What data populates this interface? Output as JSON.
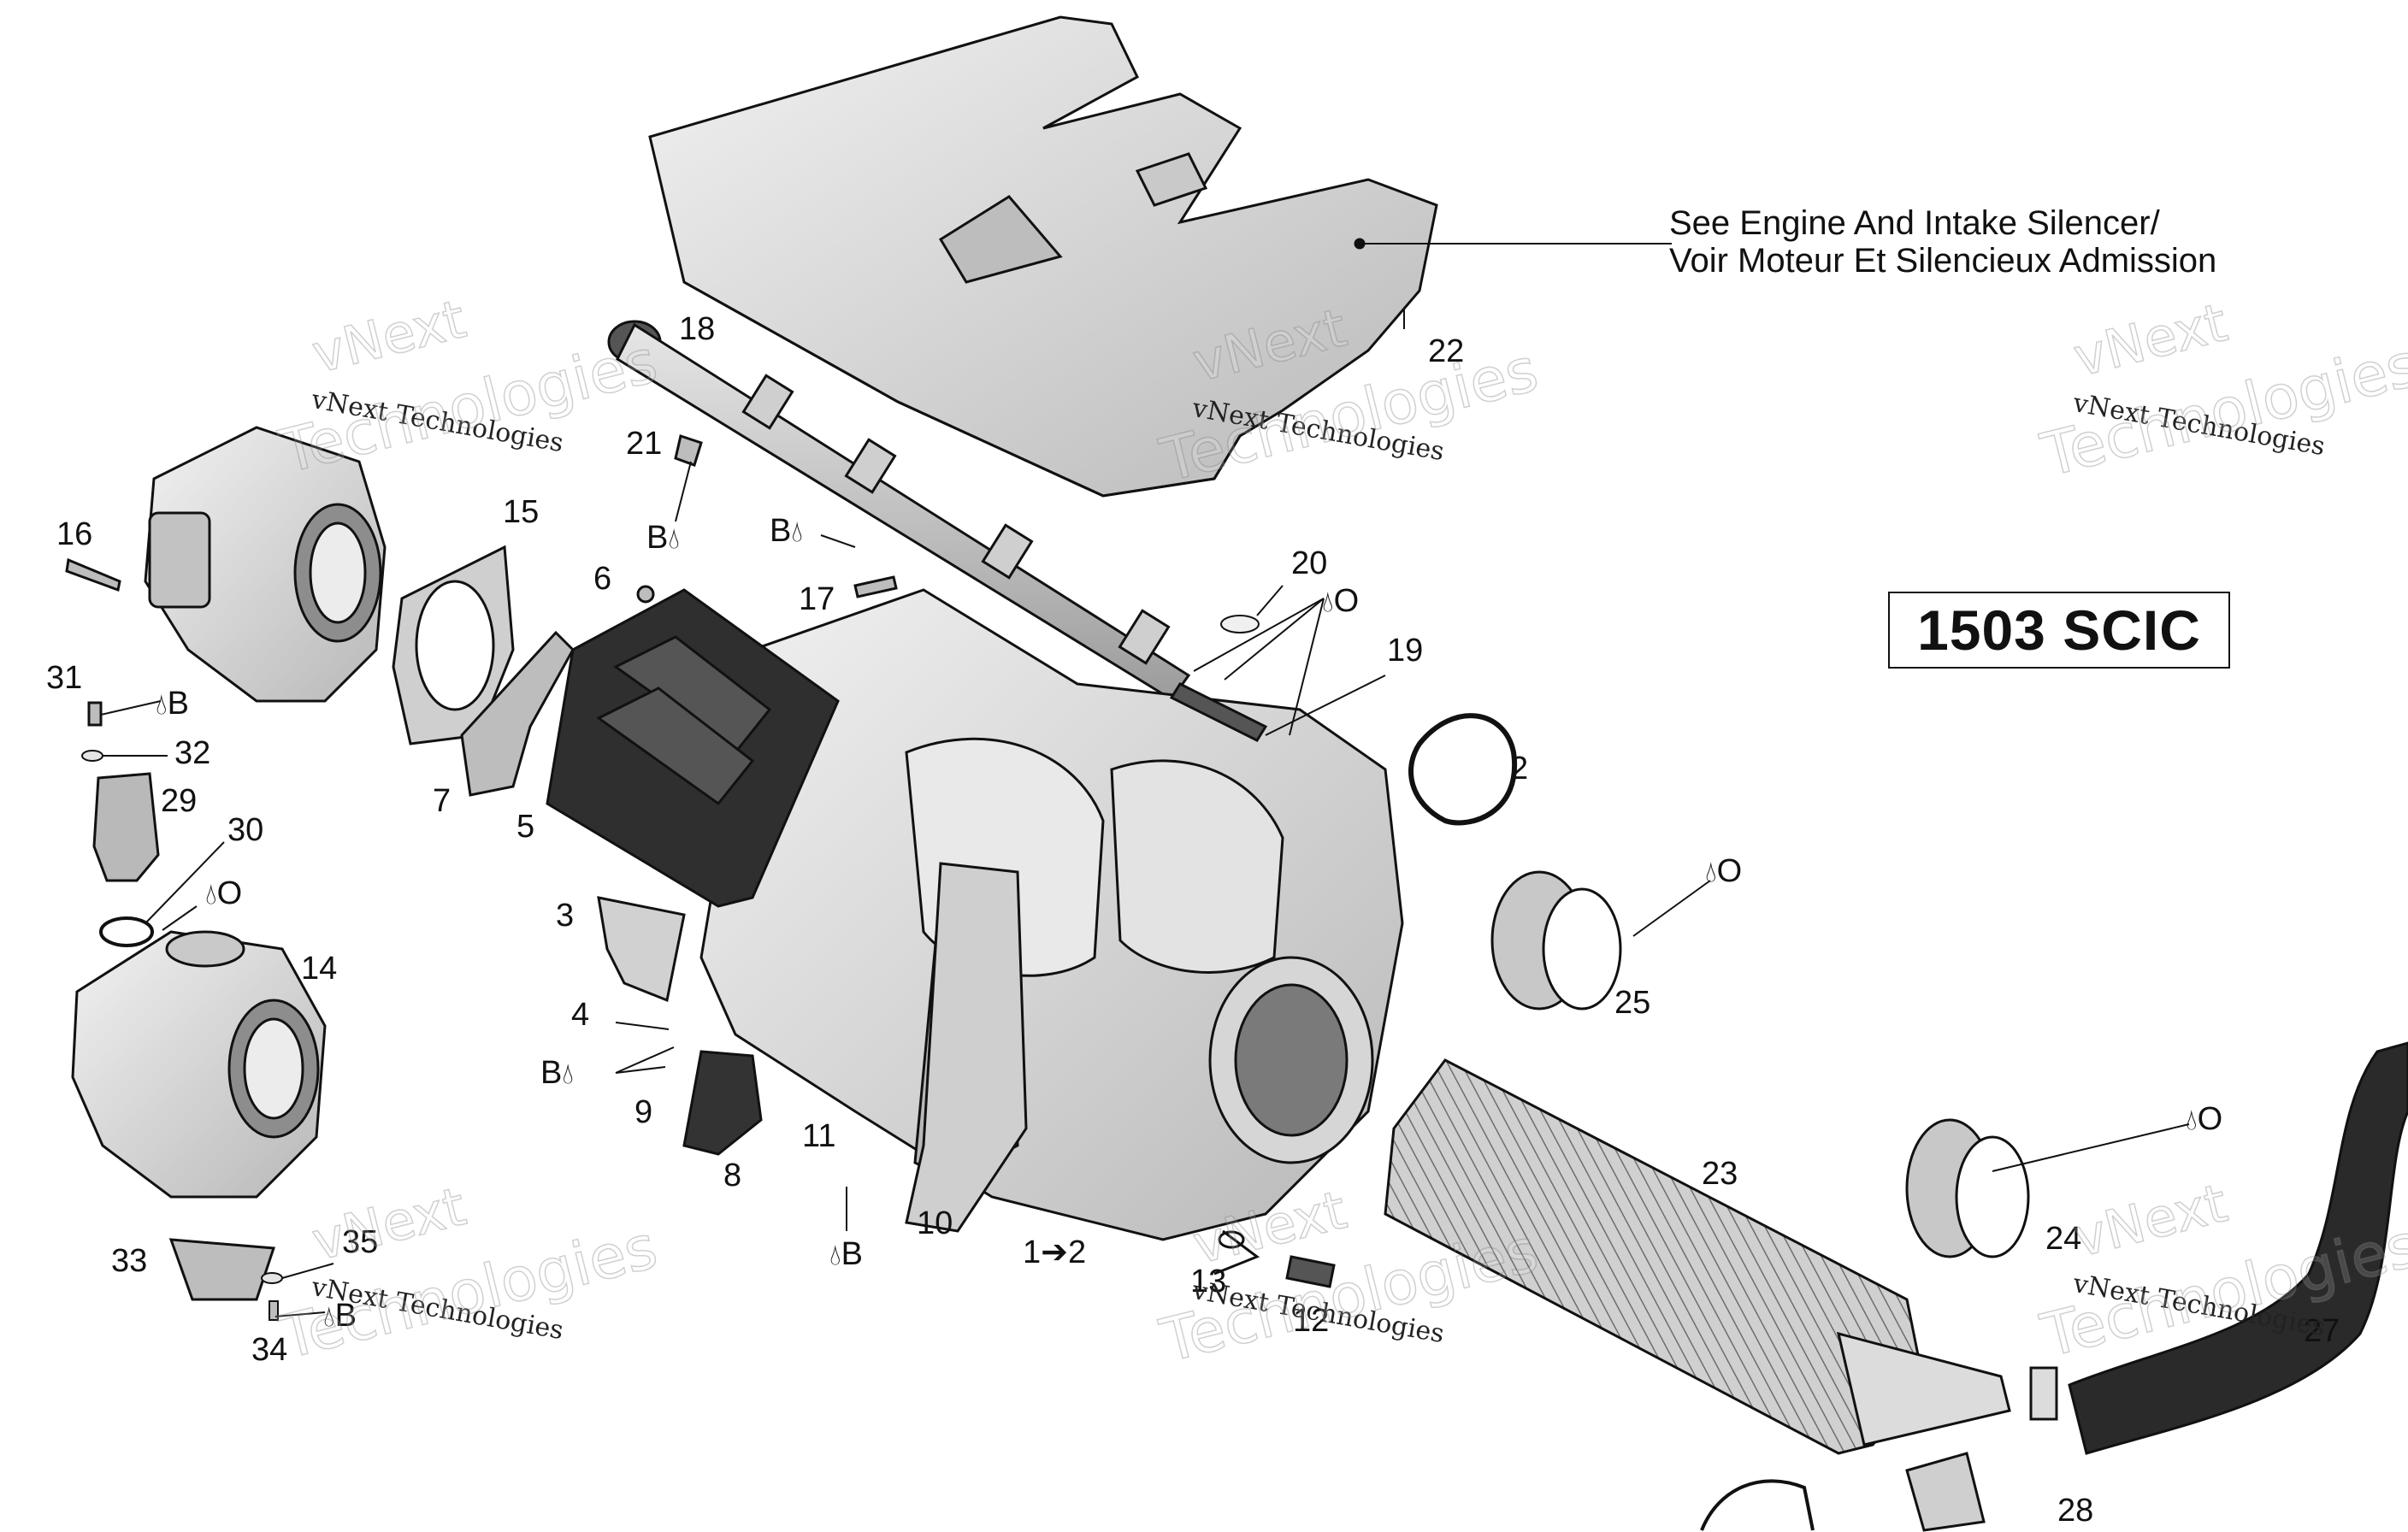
{
  "diagram": {
    "note_line1": "See Engine And Intake Silencer/",
    "note_line2": "Voir Moteur Et Silencieux Admission",
    "model": "1503 SCIC",
    "watermark_small": "vNext Technologies",
    "watermark_big_1": "vNext",
    "watermark_big_2": "Technologies",
    "labels": {
      "l1": "1➔2",
      "l2": "2",
      "l3": "3",
      "l4": "4",
      "l5": "5",
      "l6": "6",
      "l7": "7",
      "l8": "8",
      "l9": "9",
      "l10": "10",
      "l11": "11",
      "l12": "12",
      "l13": "13",
      "l14": "14",
      "l15": "15",
      "l16": "16",
      "l17": "17",
      "l18": "18",
      "l19": "19",
      "l20": "20",
      "l21": "21",
      "l22": "22",
      "l23": "23",
      "l24": "24",
      "l25": "25",
      "l27": "27",
      "l28": "28",
      "l29": "29",
      "l30": "30",
      "l31": "31",
      "l32": "32",
      "l33": "33",
      "l34": "34",
      "l35": "35"
    },
    "lube": {
      "b": "B",
      "o": "O",
      "drop_icon": "oil-drop-icon"
    },
    "colors": {
      "line": "#111111",
      "part_fill": "#d9d9d9",
      "part_dark": "#8a8a8a",
      "part_light": "#eeeeee"
    }
  }
}
